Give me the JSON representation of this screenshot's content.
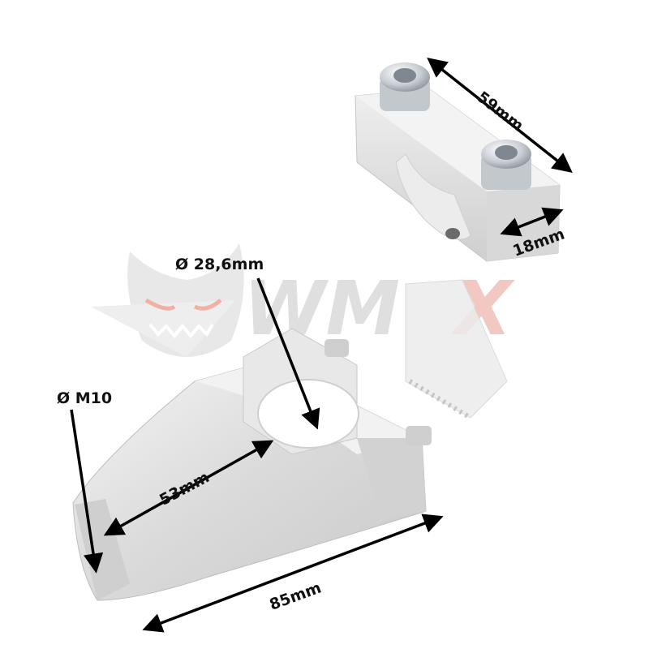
{
  "labels": {
    "bore": "Ø 28,6mm",
    "thread": "Ø M10",
    "width": "53mm",
    "length": "85mm",
    "top_length": "59mm",
    "top_width": "18mm"
  },
  "watermark": {
    "text": "WMX",
    "color_gray": "#d9d9d9",
    "color_accent": "#f2c6bd"
  },
  "colors": {
    "aluminium": "#dedede",
    "arrow": "#000000"
  }
}
